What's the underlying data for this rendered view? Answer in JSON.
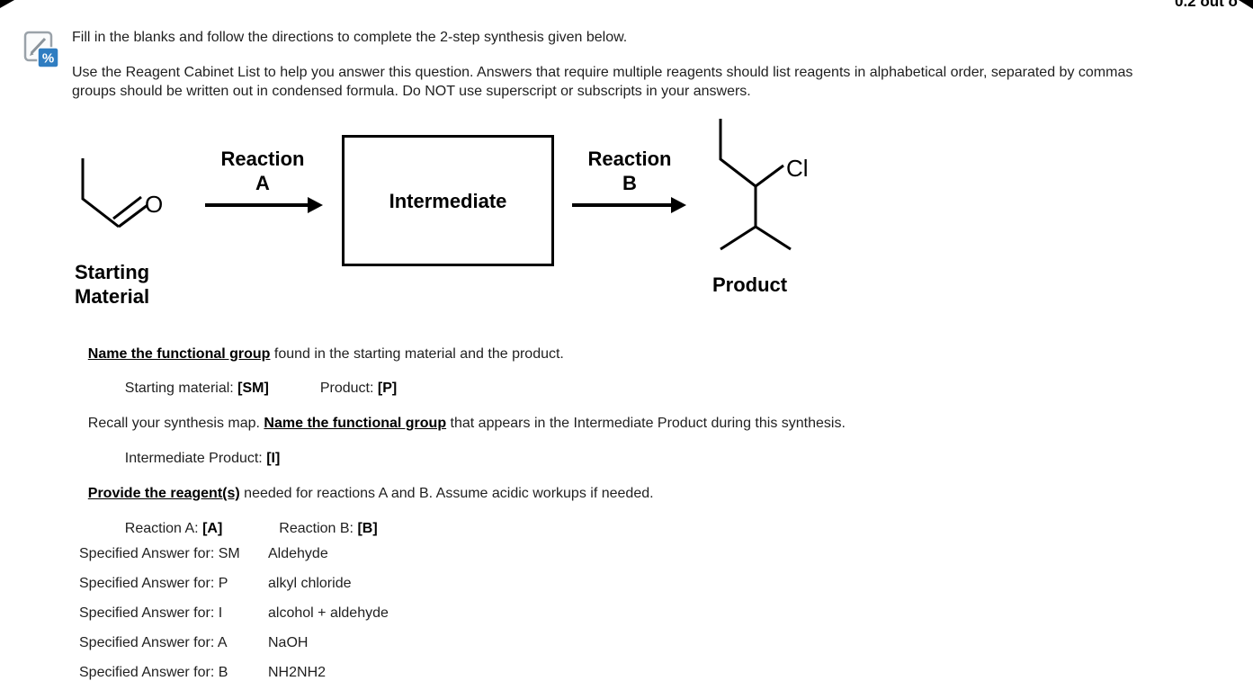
{
  "page": {
    "points_label": "0.2 out o",
    "icon_percent": "%",
    "intro": "Fill in the blanks and follow the directions to complete the 2-step synthesis given below.",
    "instructions_line1": "Use the Reagent Cabinet List to help you answer this question. Answers that require multiple reagents should list reagents in alphabetical order, separated by commas",
    "instructions_line2": "groups should be written out in condensed formula. Do NOT use superscript or subscripts in your answers.",
    "diagram": {
      "reaction_a_line1": "Reaction",
      "reaction_a_line2": "A",
      "reaction_b_line1": "Reaction",
      "reaction_b_line2": "B",
      "intermediate": "Intermediate",
      "starting_material": "Starting Material",
      "product": "Product",
      "oxygen": "O",
      "chlorine": "Cl"
    },
    "prompts": {
      "name_fg": "Name the functional group",
      "name_fg_rest": " found in the starting material and the product.",
      "starting_material_label": "Starting material: ",
      "sm_blank": "[SM]",
      "product_label": "Product: ",
      "p_blank": "[P]",
      "recall_prefix": "Recall your synthesis map. ",
      "recall_bold": "Name the functional group",
      "recall_rest": " that appears in the Intermediate Product during this synthesis.",
      "intermediate_label": "Intermediate Product: ",
      "i_blank": "[I]",
      "provide_bold": "Provide the reagent(s)",
      "provide_rest": " needed for reactions A and B. Assume acidic workups if needed.",
      "reaction_a_label": "Reaction A: ",
      "a_blank": "[A]",
      "reaction_b_label": "Reaction B: ",
      "b_blank": "[B]"
    },
    "answers": [
      {
        "label": "Specified Answer for: SM",
        "value": "Aldehyde"
      },
      {
        "label": "Specified Answer for: P",
        "value": "alkyl chloride"
      },
      {
        "label": "Specified Answer for: I",
        "value": "alcohol + aldehyde"
      },
      {
        "label": "Specified Answer for: A",
        "value": "NaOH"
      },
      {
        "label": "Specified Answer for: B",
        "value": "NH2NH2"
      }
    ]
  }
}
